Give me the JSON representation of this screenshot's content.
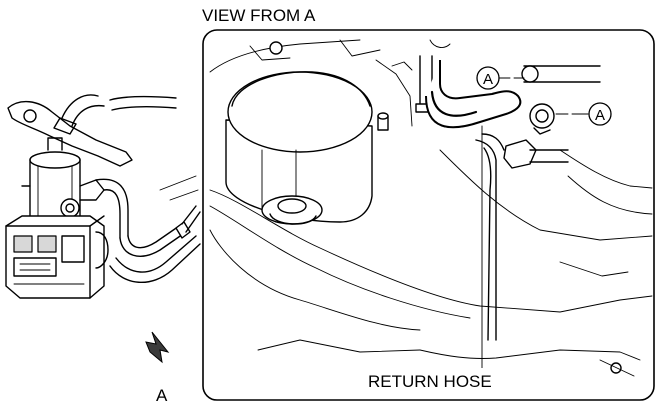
{
  "view_title": "VIEW FROM A",
  "callout_letter": "A",
  "arrow_label": "A",
  "hose_label": "RETURN HOSE",
  "colors": {
    "line": "#000000",
    "background": "#ffffff",
    "shade": "#d8d8d8"
  }
}
